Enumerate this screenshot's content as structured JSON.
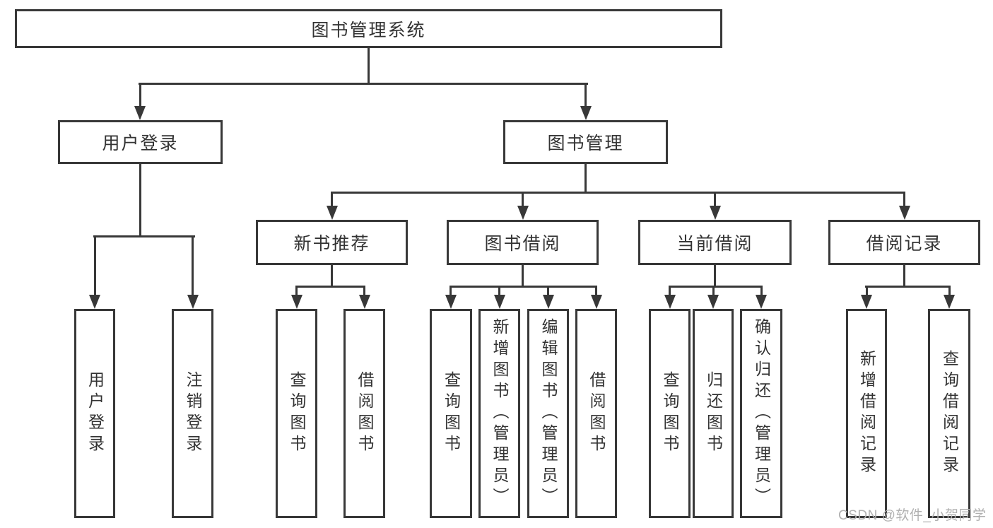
{
  "diagram": {
    "root": {
      "label": "图书管理系统"
    },
    "level2": [
      {
        "label": "用户登录"
      },
      {
        "label": "图书管理"
      }
    ],
    "level3": [
      {
        "label": "新书推荐"
      },
      {
        "label": "图书借阅"
      },
      {
        "label": "当前借阅"
      },
      {
        "label": "借阅记录"
      }
    ],
    "leaves": {
      "user_login": [
        "用户登录",
        "注销登录"
      ],
      "new_book": [
        "查询图书",
        "借阅图书"
      ],
      "book_borrow": [
        "查询图书",
        "新增图书（管理员）",
        "编辑图书（管理员）",
        "借阅图书"
      ],
      "current_borrow": [
        "查询图书",
        "归还图书",
        "确认归还（管理员）"
      ],
      "borrow_record": [
        "新增借阅记录",
        "查询借阅记录"
      ]
    }
  },
  "watermark": {
    "text": "CSDN @软件_小贺同学"
  },
  "colors": {
    "line": "#383838",
    "text": "#333333",
    "watermark": "#b0b0b0",
    "background": "#ffffff"
  }
}
